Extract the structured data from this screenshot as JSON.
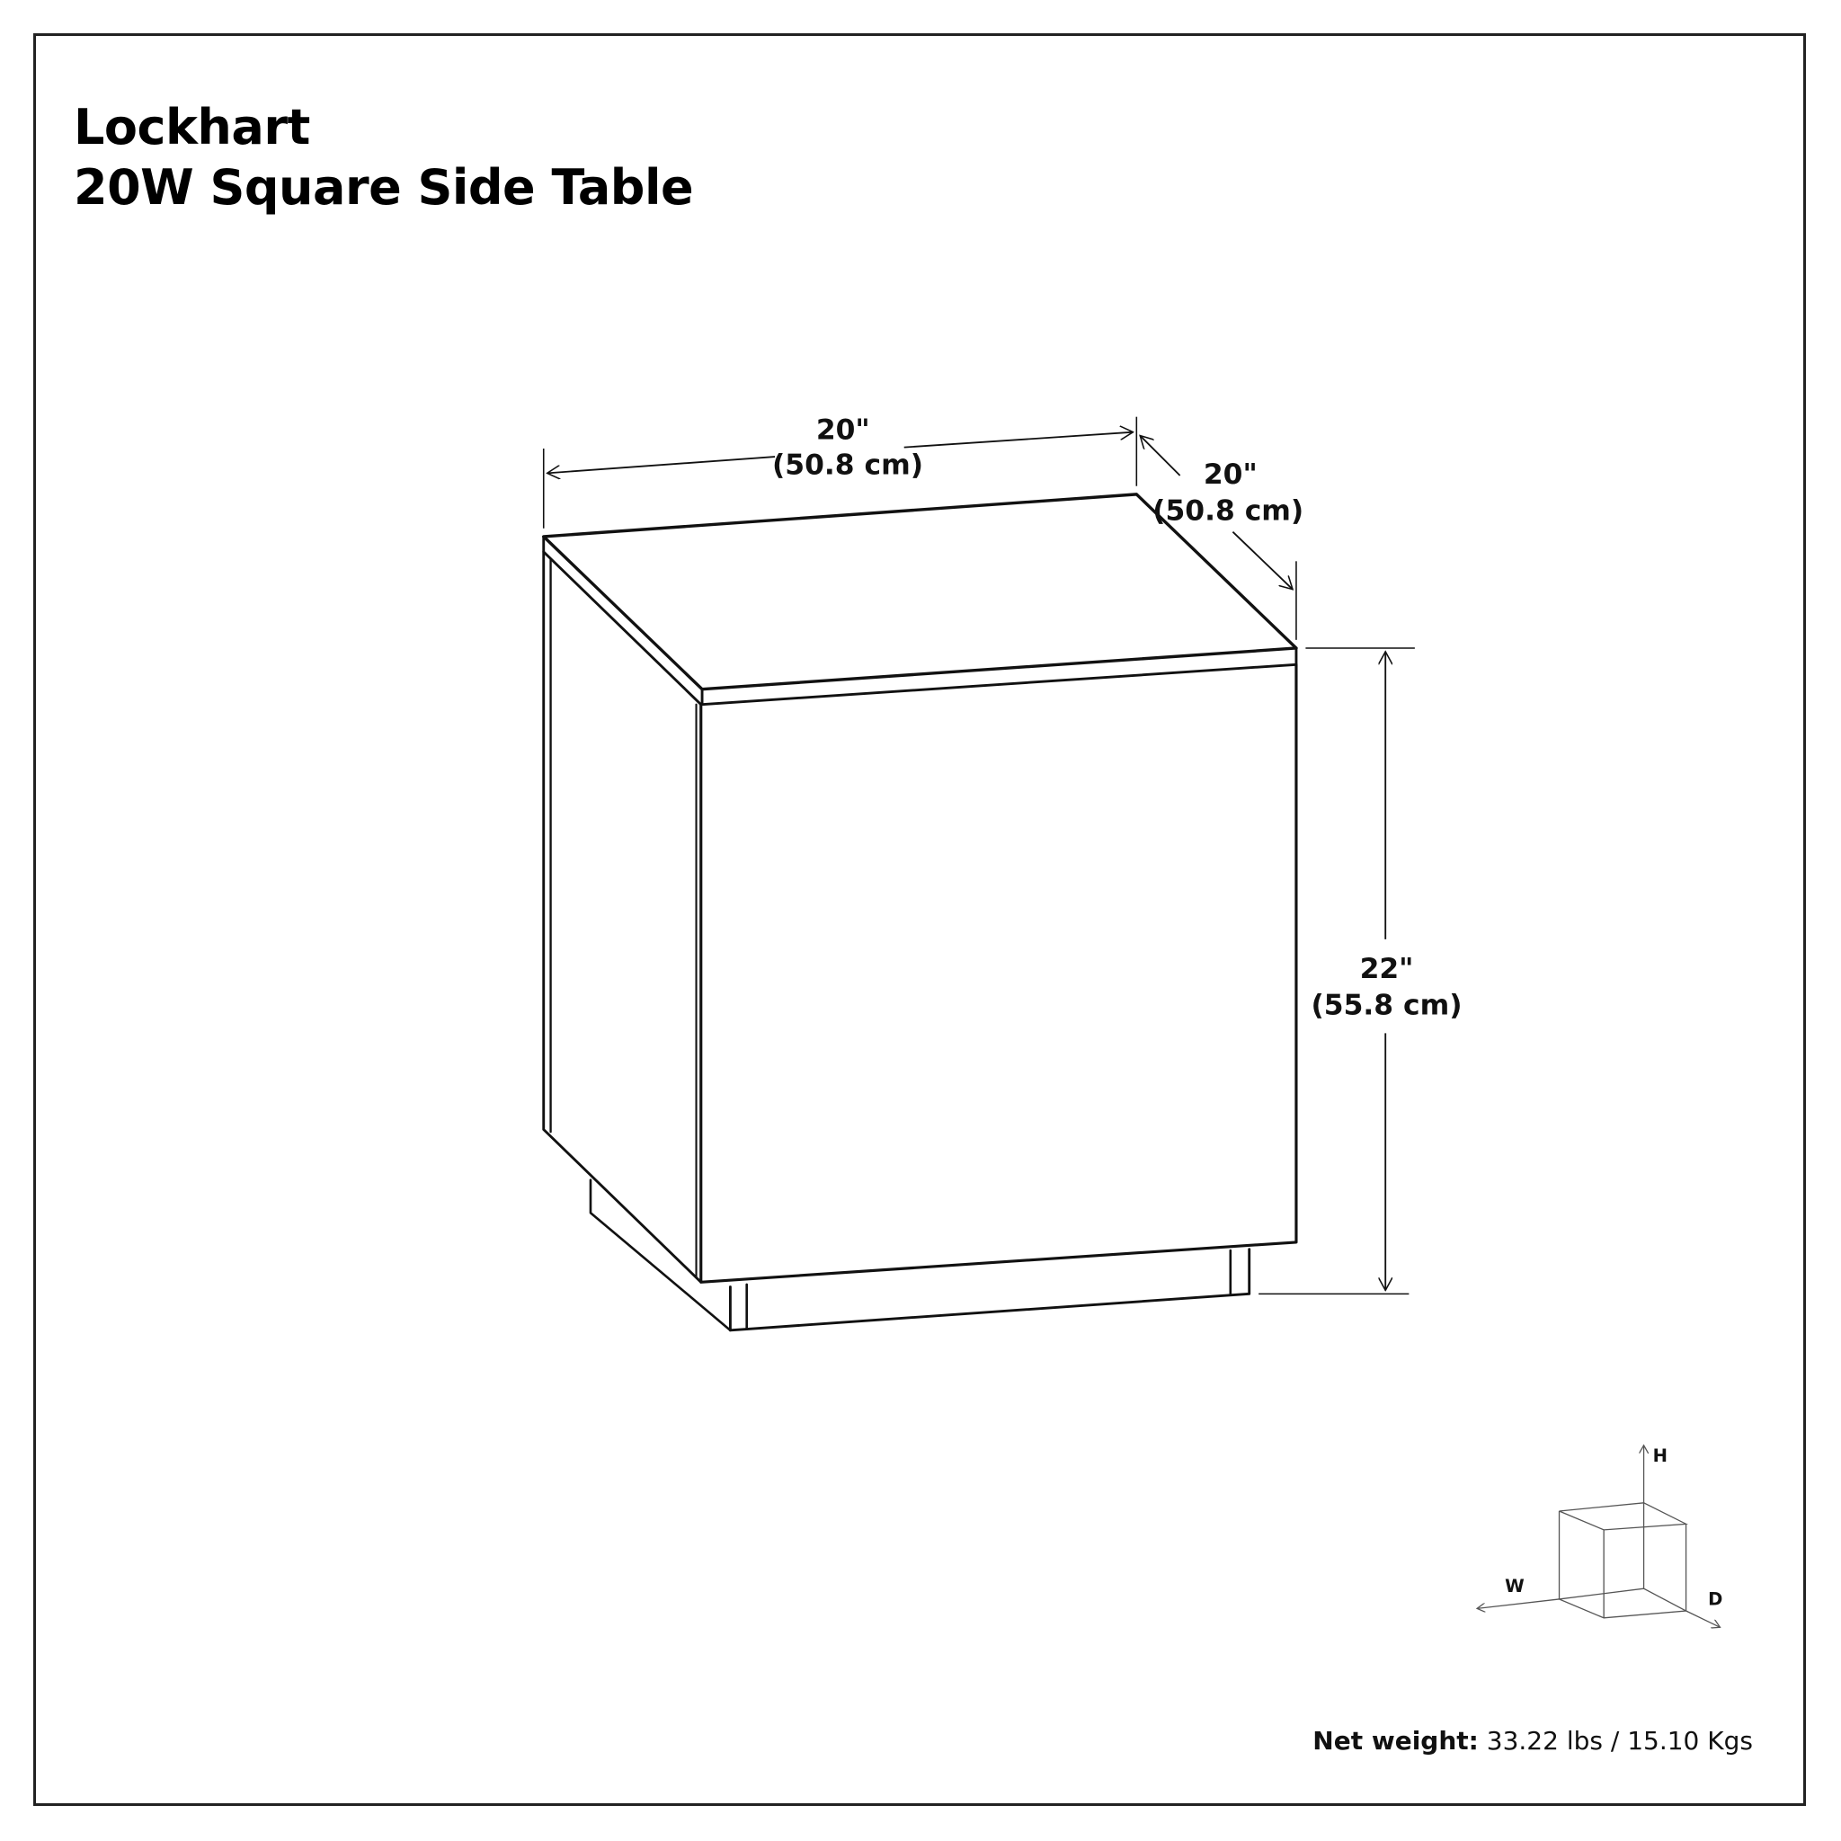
{
  "title": {
    "line1": "Lockhart",
    "line2": "20W Square Side Table"
  },
  "dimensions": {
    "width": {
      "imperial": "20\"",
      "metric": "(50.8 cm)"
    },
    "depth": {
      "imperial": "20\"",
      "metric": "(50.8 cm)"
    },
    "height": {
      "imperial": "22\"",
      "metric": "(55.8 cm)"
    }
  },
  "axis_legend": {
    "h": "H",
    "w": "W",
    "d": "D"
  },
  "net_weight": {
    "label": "Net weight:",
    "value": " 33.22 lbs / 15.10 Kgs"
  },
  "colors": {
    "line": "#111111",
    "frame": "#222222",
    "background": "#ffffff",
    "legend_line": "#555555"
  }
}
